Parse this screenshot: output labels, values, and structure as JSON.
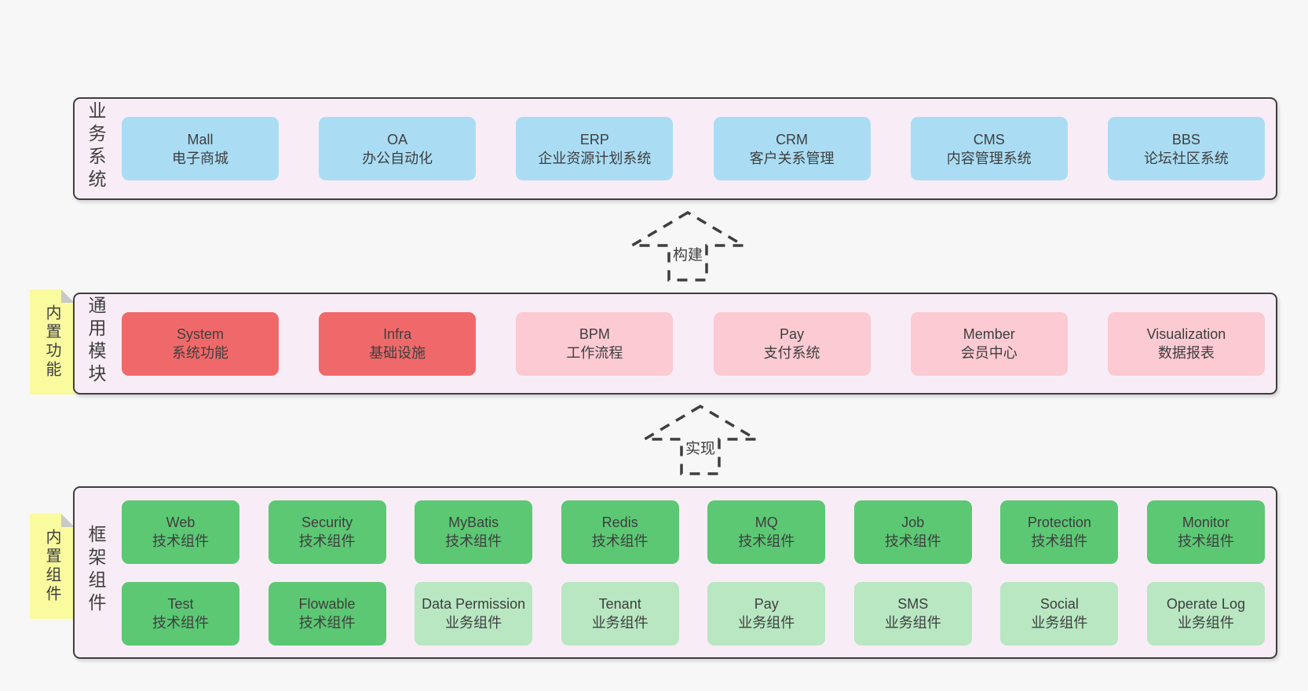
{
  "palette": {
    "page-bg": "#f7f7f7",
    "band-bg": "#f8edf6",
    "band-border": "#3f3f3f",
    "text": "#3e3e3e",
    "blue": "#aaddf4",
    "red": "#f0696a",
    "pink": "#fbcad3",
    "green": "#5cc874",
    "green-light": "#b8e7c2",
    "yellow": "#fafa9e",
    "fold-gray": "#c9c9c9"
  },
  "bands": {
    "business": {
      "label": "业务系统",
      "boxes": [
        {
          "title": "Mall",
          "subtitle": "电子商城",
          "color": "blue"
        },
        {
          "title": "OA",
          "subtitle": "办公自动化",
          "color": "blue"
        },
        {
          "title": "ERP",
          "subtitle": "企业资源计划系统",
          "color": "blue"
        },
        {
          "title": "CRM",
          "subtitle": "客户关系管理",
          "color": "blue"
        },
        {
          "title": "CMS",
          "subtitle": "内容管理系统",
          "color": "blue"
        },
        {
          "title": "BBS",
          "subtitle": "论坛社区系统",
          "color": "blue"
        }
      ]
    },
    "modules": {
      "label": "通用模块",
      "tag": "内置功能",
      "boxes": [
        {
          "title": "System",
          "subtitle": "系统功能",
          "color": "red"
        },
        {
          "title": "Infra",
          "subtitle": "基础设施",
          "color": "red"
        },
        {
          "title": "BPM",
          "subtitle": "工作流程",
          "color": "pink"
        },
        {
          "title": "Pay",
          "subtitle": "支付系统",
          "color": "pink"
        },
        {
          "title": "Member",
          "subtitle": "会员中心",
          "color": "pink"
        },
        {
          "title": "Visualization",
          "subtitle": "数据报表",
          "color": "pink"
        }
      ]
    },
    "components": {
      "label": "框架组件",
      "tag": "内置组件",
      "rows": [
        [
          {
            "title": "Web",
            "subtitle": "技术组件",
            "color": "green"
          },
          {
            "title": "Security",
            "subtitle": "技术组件",
            "color": "green"
          },
          {
            "title": "MyBatis",
            "subtitle": "技术组件",
            "color": "green"
          },
          {
            "title": "Redis",
            "subtitle": "技术组件",
            "color": "green"
          },
          {
            "title": "MQ",
            "subtitle": "技术组件",
            "color": "green"
          },
          {
            "title": "Job",
            "subtitle": "技术组件",
            "color": "green"
          },
          {
            "title": "Protection",
            "subtitle": "技术组件",
            "color": "green"
          },
          {
            "title": "Monitor",
            "subtitle": "技术组件",
            "color": "green"
          }
        ],
        [
          {
            "title": "Test",
            "subtitle": "技术组件",
            "color": "green"
          },
          {
            "title": "Flowable",
            "subtitle": "技术组件",
            "color": "green"
          },
          {
            "title": "Data Permission",
            "subtitle": "业务组件",
            "color": "green-light"
          },
          {
            "title": "Tenant",
            "subtitle": "业务组件",
            "color": "green-light"
          },
          {
            "title": "Pay",
            "subtitle": "业务组件",
            "color": "green-light"
          },
          {
            "title": "SMS",
            "subtitle": "业务组件",
            "color": "green-light"
          },
          {
            "title": "Social",
            "subtitle": "业务组件",
            "color": "green-light"
          },
          {
            "title": "Operate Log",
            "subtitle": "业务组件",
            "color": "green-light"
          }
        ]
      ]
    }
  },
  "arrows": [
    {
      "label": "构建"
    },
    {
      "label": "实现"
    }
  ]
}
